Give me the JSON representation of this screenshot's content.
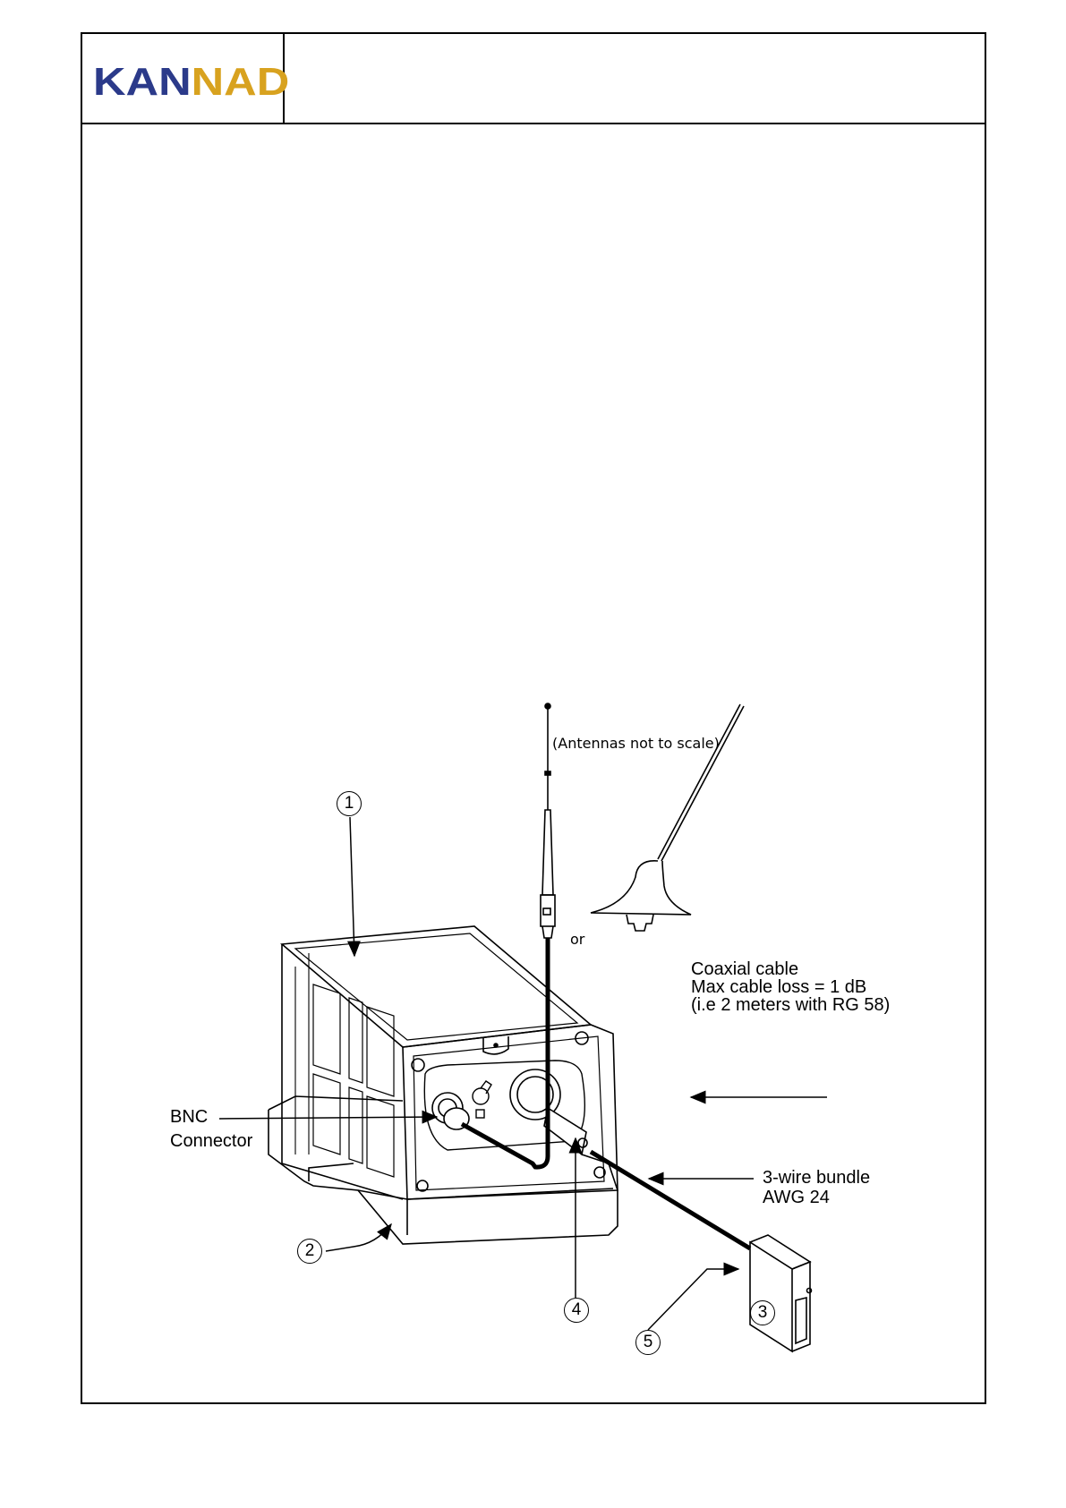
{
  "header": {
    "logo": {
      "text_k": "KAN",
      "text_n": "N",
      "text_ad": "AD"
    }
  },
  "diagram": {
    "note_antennas": "(Antennas not to scale)",
    "or_label": "or",
    "coax_label": [
      "Coaxial cable",
      "Max cable loss = 1 dB",
      "(i.e 2 meters with RG 58)"
    ],
    "bnc_label": [
      "BNC",
      "Connector"
    ],
    "bundle_label": [
      "3-wire bundle",
      "AWG 24"
    ],
    "callouts": [
      "1",
      "2",
      "3",
      "4",
      "5"
    ]
  },
  "colors": {
    "line": "#000000",
    "logo_blue": "#2b3a8a",
    "logo_gold": "#d8a21f"
  }
}
